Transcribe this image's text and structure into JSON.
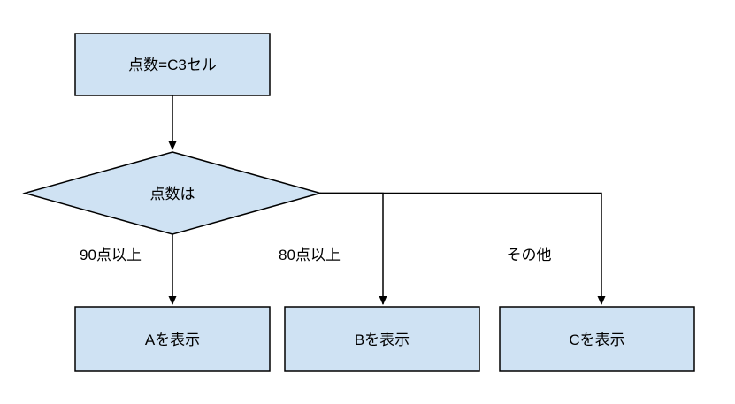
{
  "diagram": {
    "type": "flowchart",
    "colors": {
      "node_fill": "#cfe2f3",
      "node_stroke": "#000000",
      "edge_stroke": "#000000",
      "text": "#000000",
      "background": "#ffffff"
    },
    "nodes": {
      "start": {
        "label": "点数=C3セル",
        "type": "process"
      },
      "decision": {
        "label": "点数は",
        "type": "decision"
      },
      "result_a": {
        "label": "Aを表示",
        "type": "process"
      },
      "result_b": {
        "label": "Bを表示",
        "type": "process"
      },
      "result_c": {
        "label": "Cを表示",
        "type": "process"
      }
    },
    "edges": {
      "branch_a": {
        "label": "90点以上"
      },
      "branch_b": {
        "label": "80点以上"
      },
      "branch_c": {
        "label": "その他"
      }
    }
  }
}
